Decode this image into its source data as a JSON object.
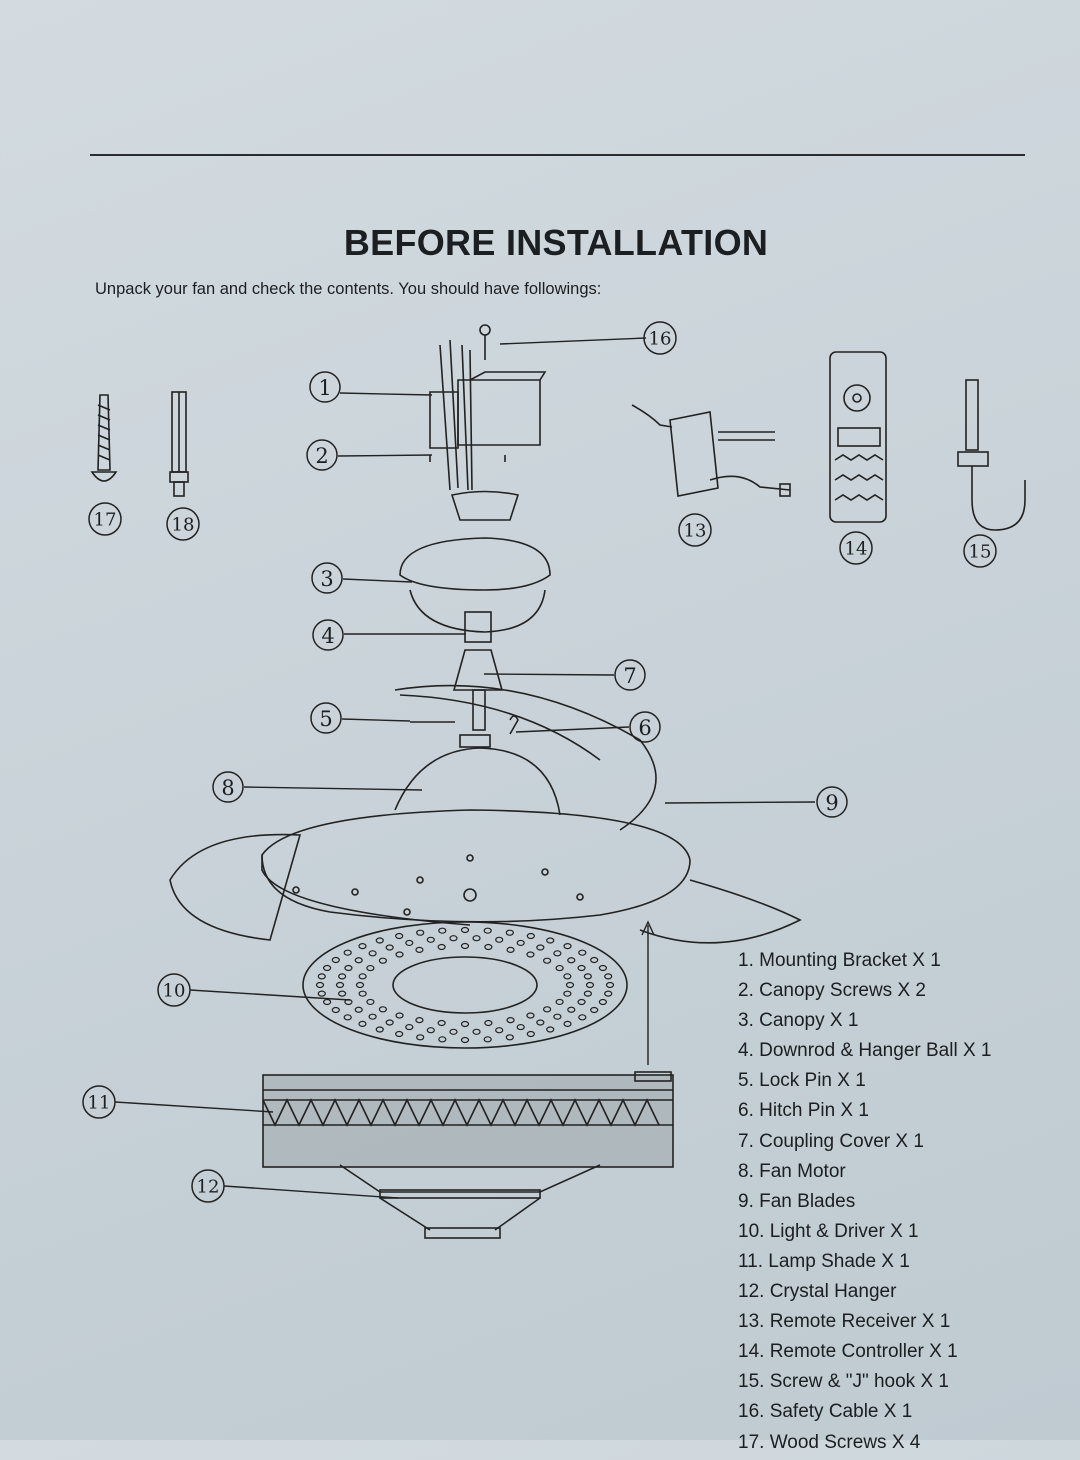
{
  "heading": "BEFORE INSTALLATION",
  "intro": "Unpack your fan and check the contents. You should have followings:",
  "callouts": [
    "1",
    "2",
    "3",
    "4",
    "5",
    "6",
    "7",
    "8",
    "9",
    "10",
    "11",
    "12",
    "13",
    "14",
    "15",
    "16",
    "17",
    "18"
  ],
  "parts": [
    "1. Mounting Bracket X 1",
    "2. Canopy Screws X 2",
    "3. Canopy X 1",
    "4. Downrod & Hanger Ball X 1",
    "5. Lock Pin X 1",
    "6. Hitch Pin X 1",
    "7. Coupling Cover X 1",
    "8. Fan Motor",
    "9. Fan Blades",
    "10. Light & Driver X 1",
    "11. Lamp Shade X 1",
    "12. Crystal Hanger",
    "13. Remote Receiver X 1",
    "14. Remote Controller X 1",
    "15. Screw & \"J\" hook X 1",
    "16. Safety Cable X 1",
    "17. Wood Screws X 4"
  ]
}
